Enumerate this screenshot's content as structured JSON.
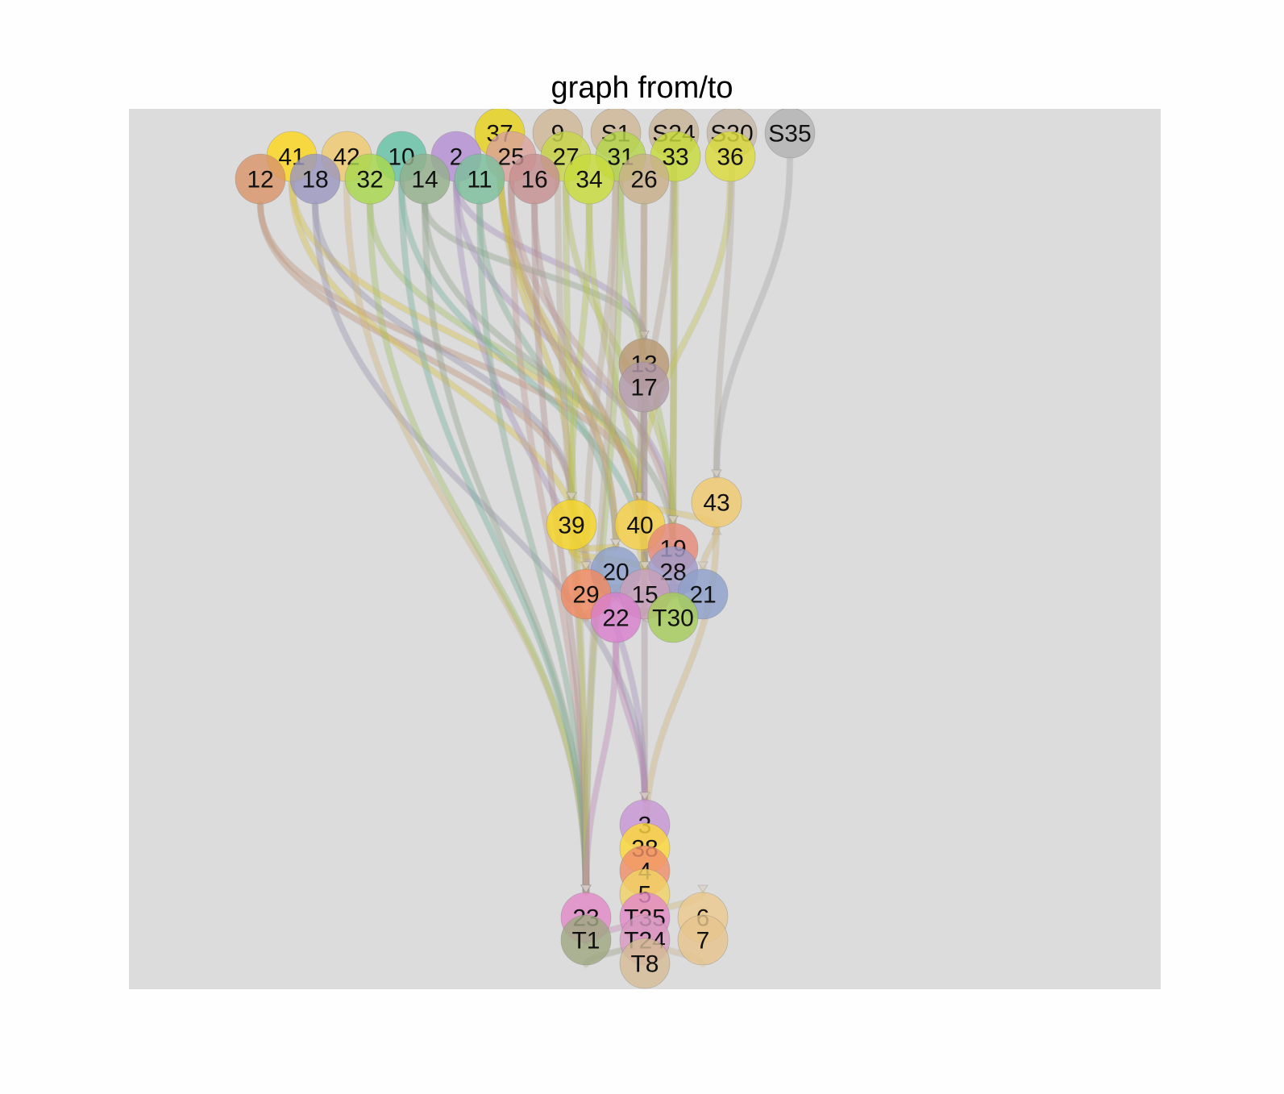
{
  "title": "graph from/to",
  "nodes": [
    {
      "id": "37",
      "color": "#e8d21c"
    },
    {
      "id": "9",
      "color": "#d0b896"
    },
    {
      "id": "S1",
      "color": "#d0b896"
    },
    {
      "id": "S24",
      "color": "#c8b496"
    },
    {
      "id": "S30",
      "color": "#c4b7a6"
    },
    {
      "id": "S35",
      "color": "#b2b2b2"
    },
    {
      "id": "41",
      "color": "#fcd71e"
    },
    {
      "id": "42",
      "color": "#f0c96e"
    },
    {
      "id": "10",
      "color": "#66c2a5"
    },
    {
      "id": "2",
      "color": "#b48fd4"
    },
    {
      "id": "25",
      "color": "#d9a39a"
    },
    {
      "id": "27",
      "color": "#c8d64a"
    },
    {
      "id": "31",
      "color": "#b5d64a"
    },
    {
      "id": "33",
      "color": "#c8dc3a"
    },
    {
      "id": "36",
      "color": "#dcdc3a"
    },
    {
      "id": "12",
      "color": "#d9956a"
    },
    {
      "id": "18",
      "color": "#9b97c0"
    },
    {
      "id": "32",
      "color": "#a8d84e"
    },
    {
      "id": "14",
      "color": "#94b08c"
    },
    {
      "id": "11",
      "color": "#7cc09c"
    },
    {
      "id": "16",
      "color": "#c69090"
    },
    {
      "id": "34",
      "color": "#c8dc3a"
    },
    {
      "id": "26",
      "color": "#c8b08a"
    },
    {
      "id": "13",
      "color": "#b89872"
    },
    {
      "id": "17",
      "color": "#b29aa8"
    },
    {
      "id": "43",
      "color": "#f0c96e"
    },
    {
      "id": "39",
      "color": "#f5d424"
    },
    {
      "id": "40",
      "color": "#f5d044"
    },
    {
      "id": "19",
      "color": "#e78a78"
    },
    {
      "id": "20",
      "color": "#8da0cb"
    },
    {
      "id": "28",
      "color": "#a09ac8"
    },
    {
      "id": "29",
      "color": "#f08a62"
    },
    {
      "id": "15",
      "color": "#c8a0b8"
    },
    {
      "id": "21",
      "color": "#8da0cb"
    },
    {
      "id": "22",
      "color": "#d880cc"
    },
    {
      "id": "T30",
      "color": "#a6cc5a"
    },
    {
      "id": "3",
      "color": "#c896d4"
    },
    {
      "id": "38",
      "color": "#fcd83a"
    },
    {
      "id": "4",
      "color": "#f0906a"
    },
    {
      "id": "5",
      "color": "#f2d264"
    },
    {
      "id": "23",
      "color": "#e28ac8"
    },
    {
      "id": "T35",
      "color": "#e28ac8"
    },
    {
      "id": "6",
      "color": "#edc98e"
    },
    {
      "id": "T1",
      "color": "#a0a882"
    },
    {
      "id": "T24",
      "color": "#d89ac0"
    },
    {
      "id": "7",
      "color": "#e6c48e"
    },
    {
      "id": "T8",
      "color": "#d6bc96"
    }
  ],
  "edges": [
    [
      "12",
      "39"
    ],
    [
      "12",
      "40"
    ],
    [
      "41",
      "40"
    ],
    [
      "41",
      "29"
    ],
    [
      "18",
      "39"
    ],
    [
      "18",
      "3"
    ],
    [
      "42",
      "23"
    ],
    [
      "32",
      "23"
    ],
    [
      "32",
      "40"
    ],
    [
      "10",
      "23"
    ],
    [
      "10",
      "15"
    ],
    [
      "14",
      "13"
    ],
    [
      "14",
      "28"
    ],
    [
      "14",
      "23"
    ],
    [
      "2",
      "13"
    ],
    [
      "2",
      "19"
    ],
    [
      "2",
      "3"
    ],
    [
      "11",
      "20"
    ],
    [
      "11",
      "23"
    ],
    [
      "37",
      "39"
    ],
    [
      "37",
      "20"
    ],
    [
      "37",
      "15"
    ],
    [
      "25",
      "20"
    ],
    [
      "25",
      "28"
    ],
    [
      "25",
      "23"
    ],
    [
      "16",
      "23"
    ],
    [
      "16",
      "15"
    ],
    [
      "9",
      "23"
    ],
    [
      "27",
      "23"
    ],
    [
      "27",
      "19"
    ],
    [
      "34",
      "39"
    ],
    [
      "34",
      "15"
    ],
    [
      "31",
      "28"
    ],
    [
      "31",
      "23"
    ],
    [
      "26",
      "13"
    ],
    [
      "26",
      "40"
    ],
    [
      "S1",
      "23"
    ],
    [
      "S1",
      "29"
    ],
    [
      "S24",
      "40"
    ],
    [
      "S24",
      "19"
    ],
    [
      "33",
      "19"
    ],
    [
      "36",
      "40"
    ],
    [
      "S30",
      "43"
    ],
    [
      "S35",
      "43"
    ],
    [
      "13",
      "17"
    ],
    [
      "17",
      "15"
    ],
    [
      "17",
      "3"
    ],
    [
      "39",
      "20"
    ],
    [
      "39",
      "29"
    ],
    [
      "39",
      "15"
    ],
    [
      "40",
      "15"
    ],
    [
      "40",
      "28"
    ],
    [
      "40",
      "43"
    ],
    [
      "43",
      "21"
    ],
    [
      "43",
      "4"
    ],
    [
      "19",
      "T30"
    ],
    [
      "20",
      "T30"
    ],
    [
      "28",
      "T30"
    ],
    [
      "29",
      "22"
    ],
    [
      "15",
      "22"
    ],
    [
      "15",
      "T30"
    ],
    [
      "21",
      "15"
    ],
    [
      "22",
      "3"
    ],
    [
      "22",
      "23"
    ],
    [
      "T30",
      "22"
    ],
    [
      "3",
      "38"
    ],
    [
      "38",
      "4"
    ],
    [
      "4",
      "5"
    ],
    [
      "5",
      "T35"
    ],
    [
      "5",
      "6"
    ],
    [
      "23",
      "T1"
    ],
    [
      "23",
      "T24"
    ],
    [
      "T35",
      "T24"
    ],
    [
      "6",
      "7"
    ],
    [
      "T24",
      "T8"
    ],
    [
      "T1",
      "T8"
    ],
    [
      "7",
      "T8"
    ],
    [
      "T1",
      "23"
    ]
  ]
}
